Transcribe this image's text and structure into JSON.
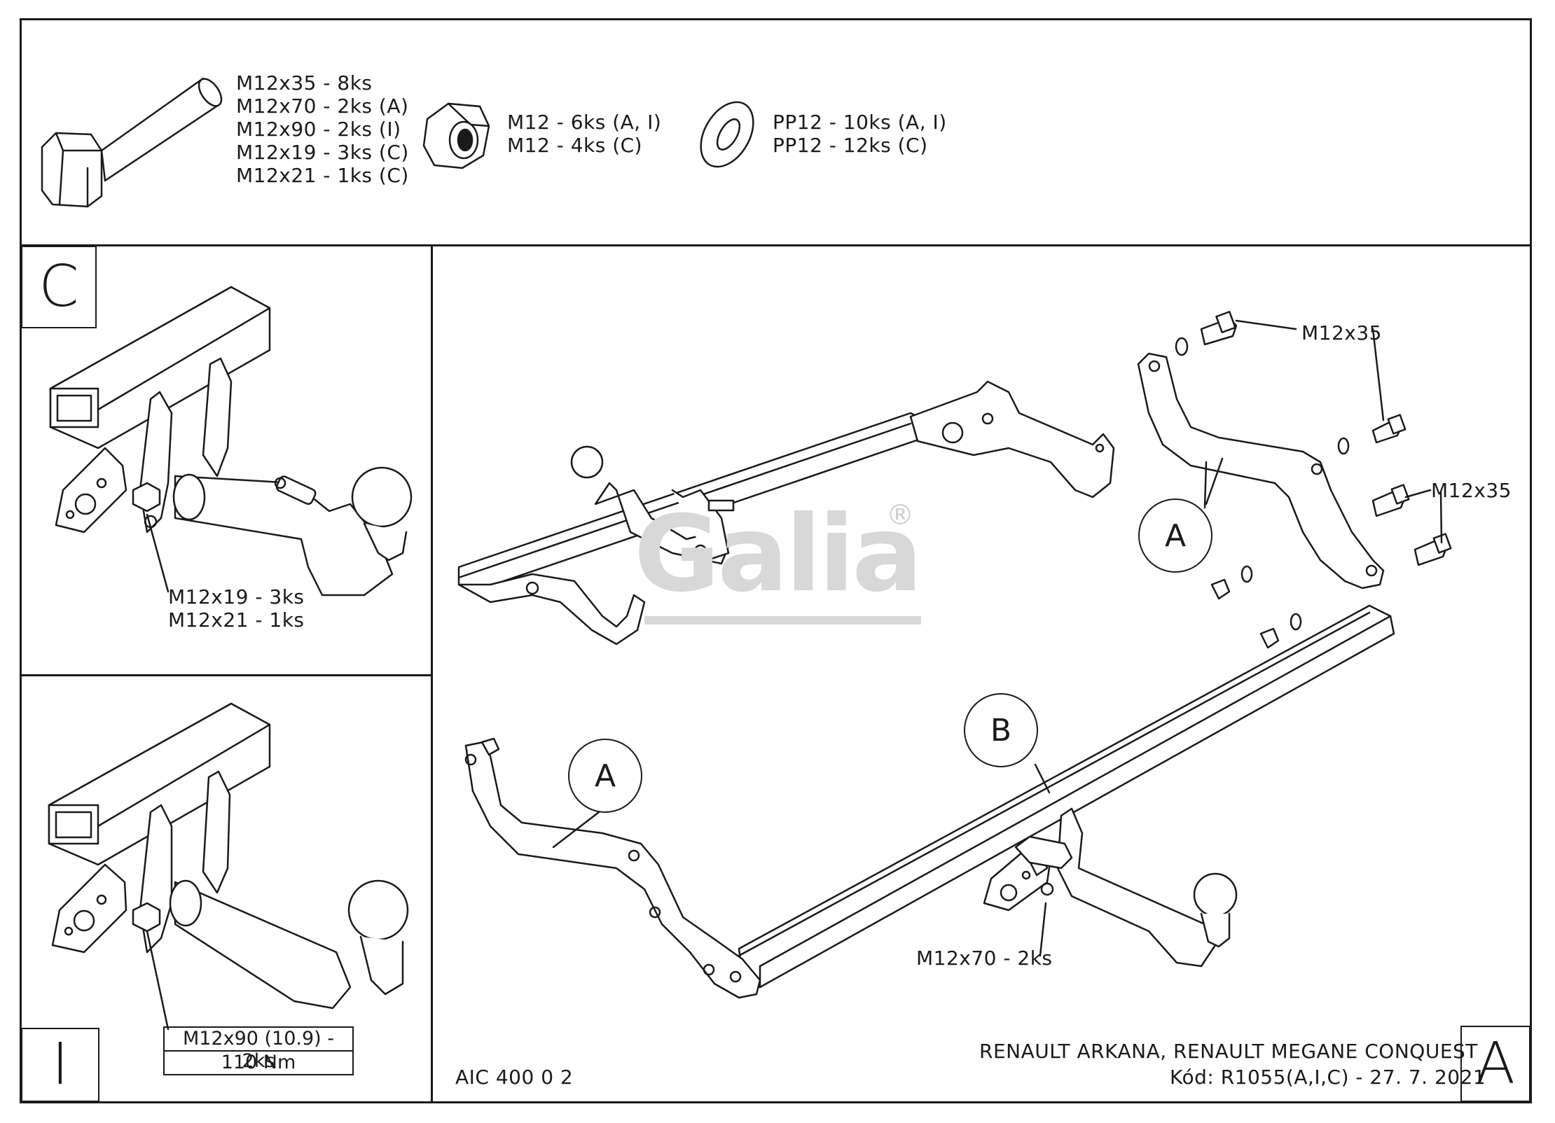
{
  "parts": {
    "bolt": [
      "M12x35 - 8ks",
      "M12x70 - 2ks (A)",
      "M12x90 - 2ks (I)",
      "M12x19 - 3ks (C)",
      "M12x21 - 1ks (C)"
    ],
    "nut": [
      "M12 - 6ks (A, I)",
      "M12 - 4ks (C)"
    ],
    "washer": [
      "PP12 - 10ks (A, I)",
      "PP12 - 12ks (C)"
    ]
  },
  "panel_c": {
    "letter": "C",
    "callout": [
      "M12x19 - 3ks",
      "M12x21 - 1ks"
    ]
  },
  "panel_i": {
    "letter": "I",
    "torque_box": [
      "M12x90 (10.9) - 2ks",
      "110 Nm"
    ]
  },
  "panel_a": {
    "letter": "A",
    "labels": {
      "bolt_top": "M12x35",
      "bolt_mid": "M12x35",
      "bolt_ball": "M12x70 - 2ks",
      "bubble_a_right": "A",
      "bubble_a_left": "A",
      "bubble_b": "B"
    },
    "watermark": "Galia",
    "registered": "®"
  },
  "footer": {
    "code": "AIC 400 0 2",
    "vehicle": "RENAULT ARKANA, RENAULT MEGANE CONQUEST",
    "kod": "Kód: R1055(A,I,C) - 27. 7. 2021"
  }
}
